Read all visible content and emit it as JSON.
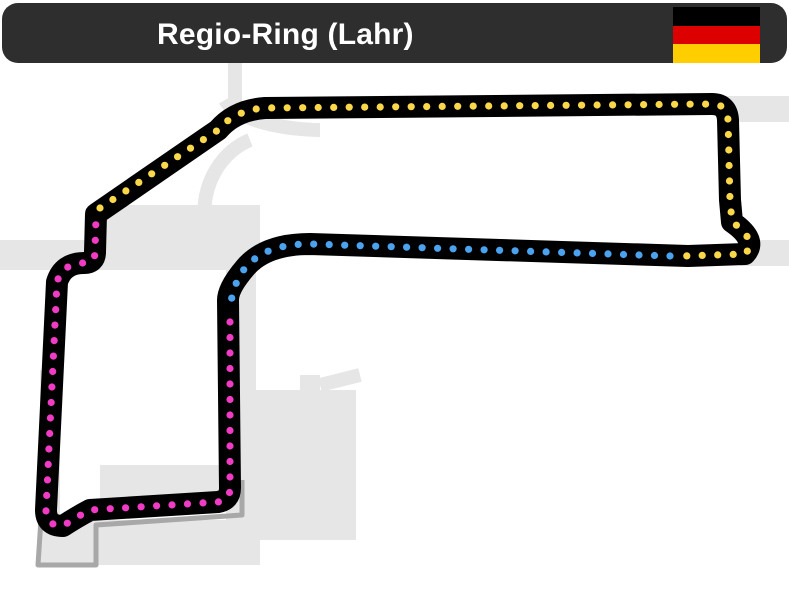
{
  "track": {
    "title": "Regio-Ring (Lahr)",
    "country_flag": "germany-flag",
    "flag_colors": [
      "#000000",
      "#dd0000",
      "#ffce00"
    ]
  },
  "sectors": [
    {
      "id": "sector-1",
      "color": "#f13bc5"
    },
    {
      "id": "sector-2",
      "color": "#4ba3f0"
    },
    {
      "id": "sector-3",
      "color": "#fbd84a"
    }
  ],
  "colors": {
    "title_bar": "#2e2e2e",
    "track_outline": "#000000",
    "background_roads": "#e6e6e6",
    "old_layout": "#a8a8a8"
  }
}
